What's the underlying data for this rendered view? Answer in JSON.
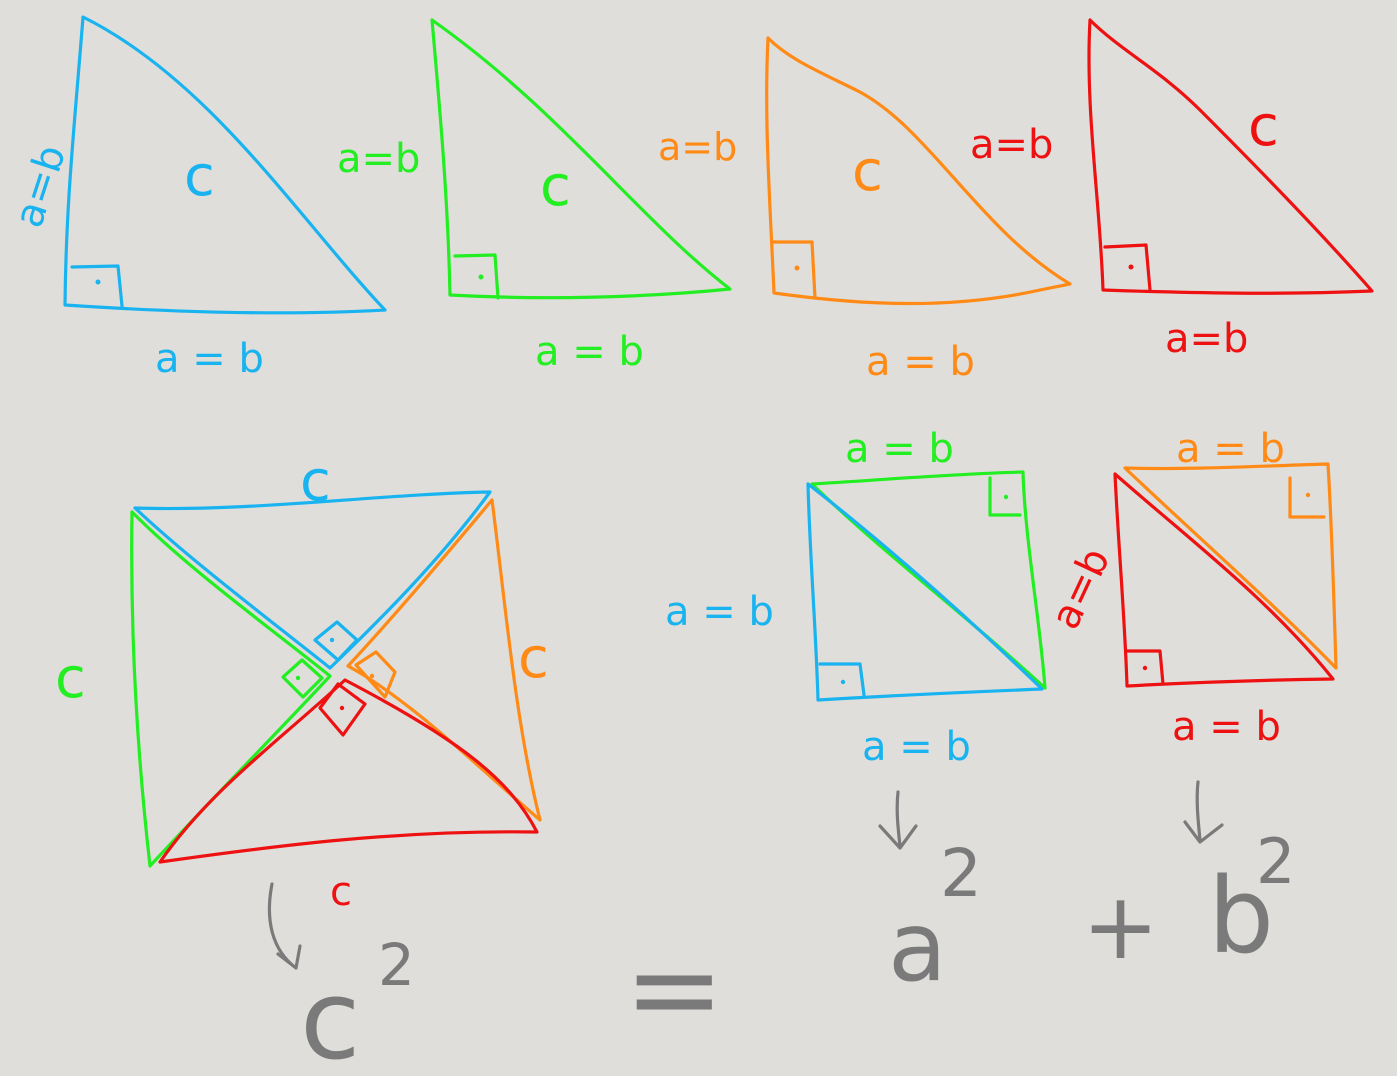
{
  "colors": {
    "blue": "#19b3f0",
    "green": "#22ee22",
    "orange": "#ff8a16",
    "red": "#ee1111",
    "gray": "#7a7a7a",
    "background": "#dfdedb"
  },
  "triangles": [
    {
      "color": "blue",
      "leg_label": "a=b",
      "base_label": "a = b",
      "hyp_label": "c"
    },
    {
      "color": "green",
      "leg_label": "a=b",
      "base_label": "a = b",
      "hyp_label": "c"
    },
    {
      "color": "orange",
      "leg_label": "a=b",
      "base_label": "a = b",
      "hyp_label": "c"
    },
    {
      "color": "red",
      "leg_label": "a=b",
      "base_label": "a=b",
      "hyp_label": "c"
    }
  ],
  "big_square": {
    "side_labels": {
      "top": "c",
      "left": "c",
      "right": "c",
      "bottom": "c"
    }
  },
  "small_square_1": {
    "top_label": "a = b",
    "left_label": "a = b",
    "bottom_label": "a = b"
  },
  "small_square_2": {
    "top_label": "a = b",
    "left_label": "a=b",
    "bottom_label": "a = b"
  },
  "equation": {
    "c_term": "c",
    "c_exp": "2",
    "equals": "=",
    "a_term": "a",
    "a_exp": "2",
    "plus": "+",
    "b_term": "b",
    "b_exp": "2"
  }
}
